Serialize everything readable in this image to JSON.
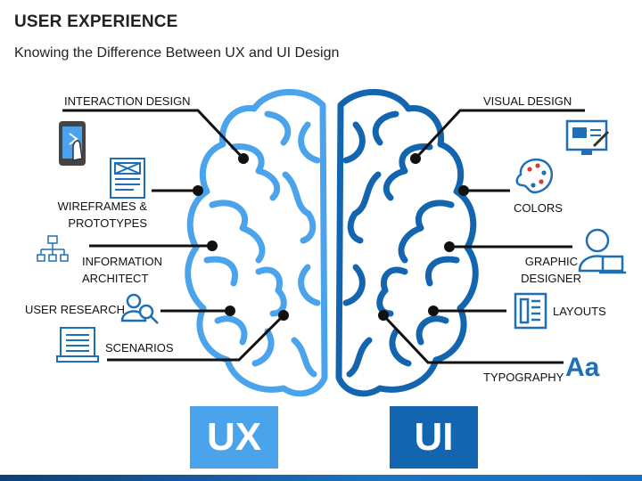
{
  "header": {
    "title": "USER EXPERIENCE",
    "subtitle": "Knowing the Difference Between UX and UI Design"
  },
  "labels": {
    "interaction_design": "INTERACTION DESIGN",
    "wireframes_1": "WIREFRAMES &",
    "wireframes_2": "PROTOTYPES",
    "information_1": "INFORMATION",
    "information_2": "ARCHITECT",
    "user_research": "USER RESEARCH",
    "scenarios": "SCENARIOS",
    "visual_design": "VISUAL DESIGN",
    "colors": "COLORS",
    "graphic_1": "GRAPHIC",
    "graphic_2": "DESIGNER",
    "layouts": "LAYOUTS",
    "typography": "TYPOGRAPHY",
    "typography_glyph": "Aa"
  },
  "boxes": {
    "ux": "UX",
    "ui": "UI"
  },
  "colors": {
    "ux_light": "#4ba3ec",
    "ui_dark": "#1465b0",
    "line": "#111111"
  }
}
